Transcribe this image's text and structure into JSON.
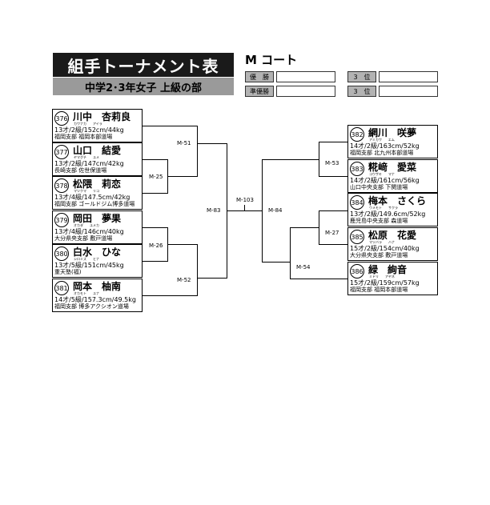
{
  "header": {
    "title": "組手トーナメント表",
    "subtitle": "中学2･3年女子 上級の部",
    "court": "M コート"
  },
  "results": {
    "winner_label": "優　勝",
    "runner_up_label": "準優勝",
    "third_label_1": "3　位",
    "third_label_2": "3　位"
  },
  "left_players": [
    {
      "number": "376",
      "name": "川中　杏莉良",
      "kana": "カワナカ　　アイラ",
      "info": "13才/2級/152cm/44kg",
      "club": "福岡支部 福岡本部道場"
    },
    {
      "number": "377",
      "name": "山口　結愛",
      "kana": "ヤマグチ　　ユメ",
      "info": "13才/2級/147cm/42kg",
      "club": "長崎支部 佐世保道場"
    },
    {
      "number": "378",
      "name": "松隈　莉恋",
      "kana": "マツクマ　　リコ",
      "info": "13才/4級/147.5cm/42kg",
      "club": "福岡支部 ゴールドジム博多道場"
    },
    {
      "number": "379",
      "name": "岡田　夢果",
      "kana": "オカダ　　ユメカ",
      "info": "13才/4級/146cm/40kg",
      "club": "大分県央支部 敷戸道場"
    },
    {
      "number": "380",
      "name": "白水　ひな",
      "kana": "シロミズ　　ヒナ",
      "info": "13才/5級/151cm/45kg",
      "club": "重天塾(福)"
    },
    {
      "number": "381",
      "name": "岡本　柚南",
      "kana": "オカモト　　ユナ",
      "info": "14才/5級/157.3cm/49.5kg",
      "club": "福岡支部 博多アクシオン道場"
    }
  ],
  "right_players": [
    {
      "number": "382",
      "name": "網川　咲夢",
      "kana": "アミカワ　　エム",
      "info": "14才/2級/163cm/52kg",
      "club": "福岡支部 北九州本部道場"
    },
    {
      "number": "383",
      "name": "糀﨑　愛菜",
      "kana": "コウザキ　　マナ",
      "info": "14才/2級/161cm/56kg",
      "club": "山口中央支部 下関道場"
    },
    {
      "number": "384",
      "name": "梅本　さくら",
      "kana": "ウメモト　　サクラ",
      "info": "13才/2級/149.6cm/52kg",
      "club": "鹿児島中央支部 森道場"
    },
    {
      "number": "385",
      "name": "松原　花愛",
      "kana": "マツバラ　　ハナ",
      "info": "15才/2級/154cm/40kg",
      "club": "大分県央支部 敷戸道場"
    },
    {
      "number": "386",
      "name": "緑　絢音",
      "kana": "ミドリ　　アヤネ",
      "info": "15才/2級/159cm/57kg",
      "club": "福岡支部 福岡本部道場"
    }
  ],
  "matches": {
    "m51": "M-51",
    "m25": "M-25",
    "m26": "M-26",
    "m52": "M-52",
    "m83": "M-83",
    "m103": "M-103",
    "m84": "M-84",
    "m53": "M-53",
    "m27": "M-27",
    "m54": "M-54"
  }
}
